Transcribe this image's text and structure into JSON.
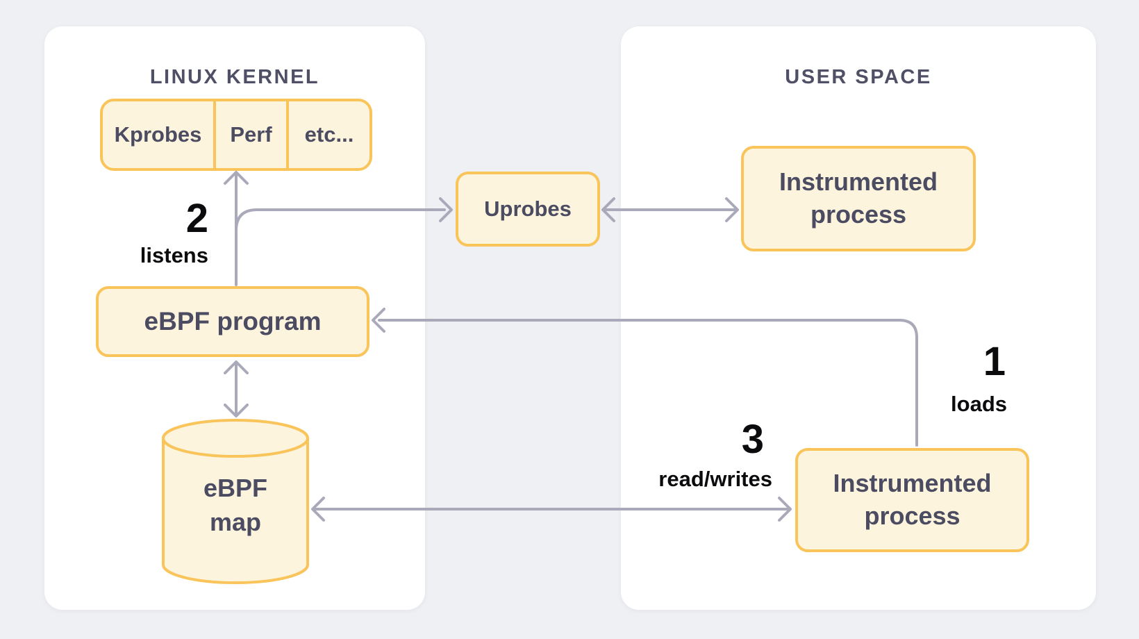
{
  "colors": {
    "accent_border": "#f9c45a",
    "box_fill": "#fdf4de",
    "arrow": "#a9a9ba",
    "text_dark": "#4b4b62",
    "title": "#4f4f66",
    "label": "#0b0b0e",
    "panel_bg": "#ffffff",
    "canvas_bg": "#eef0f3"
  },
  "panels": {
    "kernel": {
      "title": "LINUX KERNEL"
    },
    "user": {
      "title": "USER SPACE"
    }
  },
  "nodes": {
    "probes_row": {
      "cells": [
        "Kprobes",
        "Perf",
        "etc..."
      ]
    },
    "ebpf_program": {
      "label": "eBPF program"
    },
    "ebpf_map": {
      "line1": "eBPF",
      "line2": "map"
    },
    "uprobes": {
      "label": "Uprobes"
    },
    "instrumented_top": {
      "line1": "Instrumented",
      "line2": "process"
    },
    "instrumented_bottom": {
      "line1": "Instrumented",
      "line2": "process"
    }
  },
  "annotations": {
    "step1": {
      "number": "1",
      "label": "loads"
    },
    "step2": {
      "number": "2",
      "label": "listens"
    },
    "step3": {
      "number": "3",
      "label": "read/writes"
    }
  }
}
